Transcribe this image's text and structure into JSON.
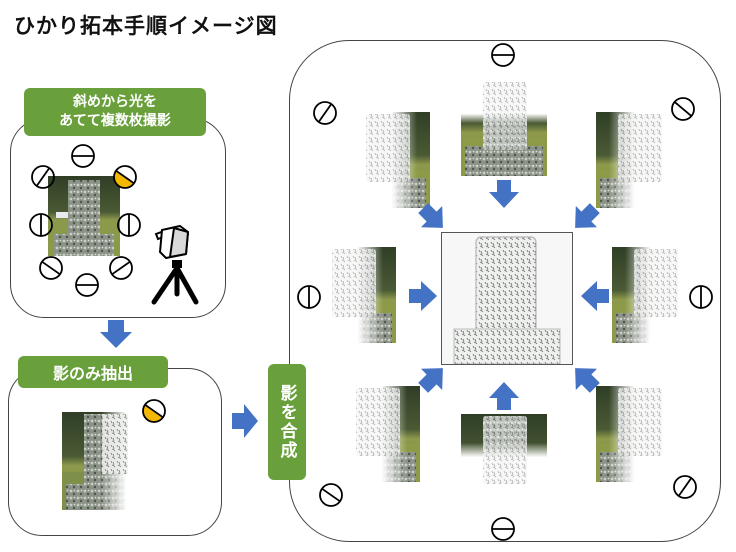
{
  "title": "ひかり拓本手順イメージ図",
  "steps": {
    "capture": {
      "label_line1": "斜めから光を",
      "label_line2": "あてて複数枚撮影"
    },
    "extract": {
      "label": "影のみ抽出"
    },
    "composite": {
      "label": "影を合成"
    }
  },
  "colors": {
    "label_green": "#6aa03c",
    "arrow_blue": "#4472c4",
    "light_active": "#f5b800"
  },
  "icons": {
    "light": "half-shaded-circle-lamp-icon",
    "camera": "camera-on-tripod-icon",
    "arrow": "block-arrow-icon"
  }
}
